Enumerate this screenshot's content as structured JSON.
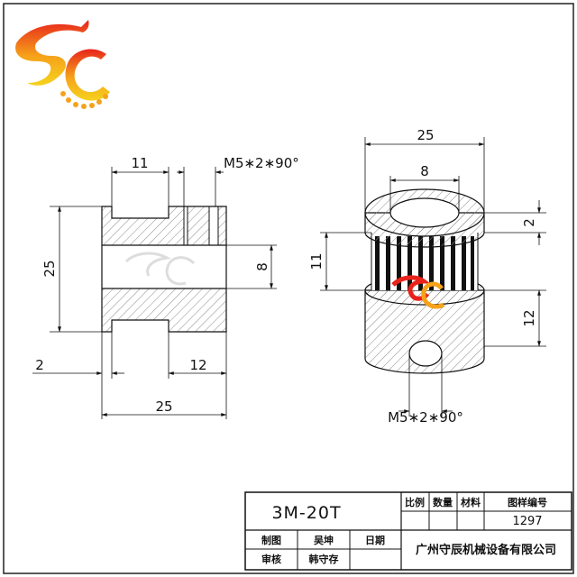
{
  "part_name": "3M-20T",
  "drawing_number": "1297",
  "company": "广州守辰机械设备有限公司",
  "title_block": {
    "scale_label": "比例",
    "quantity_label": "数量",
    "material_label": "材料",
    "drawing_no_label": "图样编号",
    "drafter_label": "制图",
    "drafter_name": "吴坤",
    "reviewer_label": "审核",
    "reviewer_name": "韩守存",
    "date_label": "日期"
  },
  "section_view": {
    "dims": {
      "hub_width": "11",
      "set_screw": "M5∗2∗90°",
      "overall_diameter": "25",
      "bore": "8",
      "flange": "2",
      "hub_length": "12",
      "overall_length": "25"
    }
  },
  "iso_view": {
    "dims": {
      "outer_diameter": "25",
      "bore": "8",
      "flange": "2",
      "tooth_width": "11",
      "hub_height": "12",
      "set_screw": "M5∗2∗90°"
    }
  },
  "colors": {
    "logo_red": "#e8231c",
    "logo_orange": "#f6a21a",
    "logo_yellow": "#f5d21e",
    "hatch": "#8a8a8a"
  }
}
